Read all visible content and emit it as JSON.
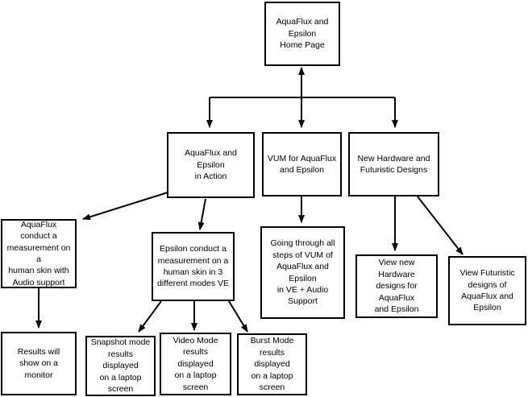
{
  "nodes": {
    "home": "AquaFlux and Epsilon\nHome Page",
    "in_action": "AquaFlux and Epsilon\nin Action",
    "vum": "VUM for AquaFlux\nand Epsilon",
    "new_hw": "New Hardware and\nFuturistic Designs",
    "aquaflux_measure": "AquaFlux conduct a\nmeasurement on a\nhuman skin with\nAudio support",
    "epsilon_measure": "Epsilon conduct a\nmeasurement on a\nhuman skin in 3\ndifferent modes VE",
    "vum_steps": "Going through all\nsteps of VUM of\nAquaFlux and Epsilon\nin VE + Audio\nSupport",
    "view_hw": "View new Hardware\ndesigns for AquaFlux\nand Epsilon",
    "view_future": "View Futuristic\ndesigns of\nAquaFlux and\nEpsilon",
    "results_monitor": "Results will\nshow on a monitor",
    "snapshot": "Snapshot mode\nresults displayed\non a laptop screen",
    "video": "Video Mode\nresults displayed\non a laptop screen",
    "burst": "Burst Mode\nresults displayed\non a laptop screen"
  },
  "colors": {
    "line": "#000000",
    "box_border": "#000000",
    "background": "#ffffff"
  }
}
